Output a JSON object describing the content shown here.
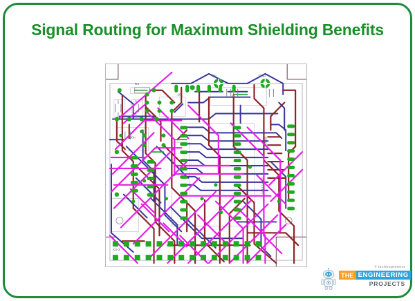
{
  "slide": {
    "background_color": "#ffffff",
    "border_color": "#1e8a3c",
    "title": "Signal Routing for Maximum Shielding Benefits",
    "title_color": "#1a8f2a"
  },
  "pcb": {
    "alt": "PCB layout board routing diagram",
    "board_background": "#fdfdfd",
    "board_outline_color": "#b9b9c4",
    "pad_color": "#1faa1f",
    "trace_colors": {
      "magenta": "#e81ce8",
      "maroon": "#8c2326",
      "blue": "#34349b",
      "green": "#1faa1f"
    },
    "labels": {
      "r4": "R4",
      "ten": "10",
      "plus5v": "+5V",
      "gnd": "GND",
      "sram": "SRAM",
      "sram_part": "1524-VBAT",
      "cap_100n": "100n",
      "connector": "X3-3",
      "value_1": "1"
    }
  },
  "logo": {
    "tagline": "# technopreneur",
    "the": "THE",
    "engineering": "ENGINEERING",
    "projects": "PROJECTS",
    "the_color": "#f6a21d",
    "engineering_color": "#2fa3dd",
    "projects_color": "#5b5f66",
    "mascot": "robot-mascot"
  }
}
